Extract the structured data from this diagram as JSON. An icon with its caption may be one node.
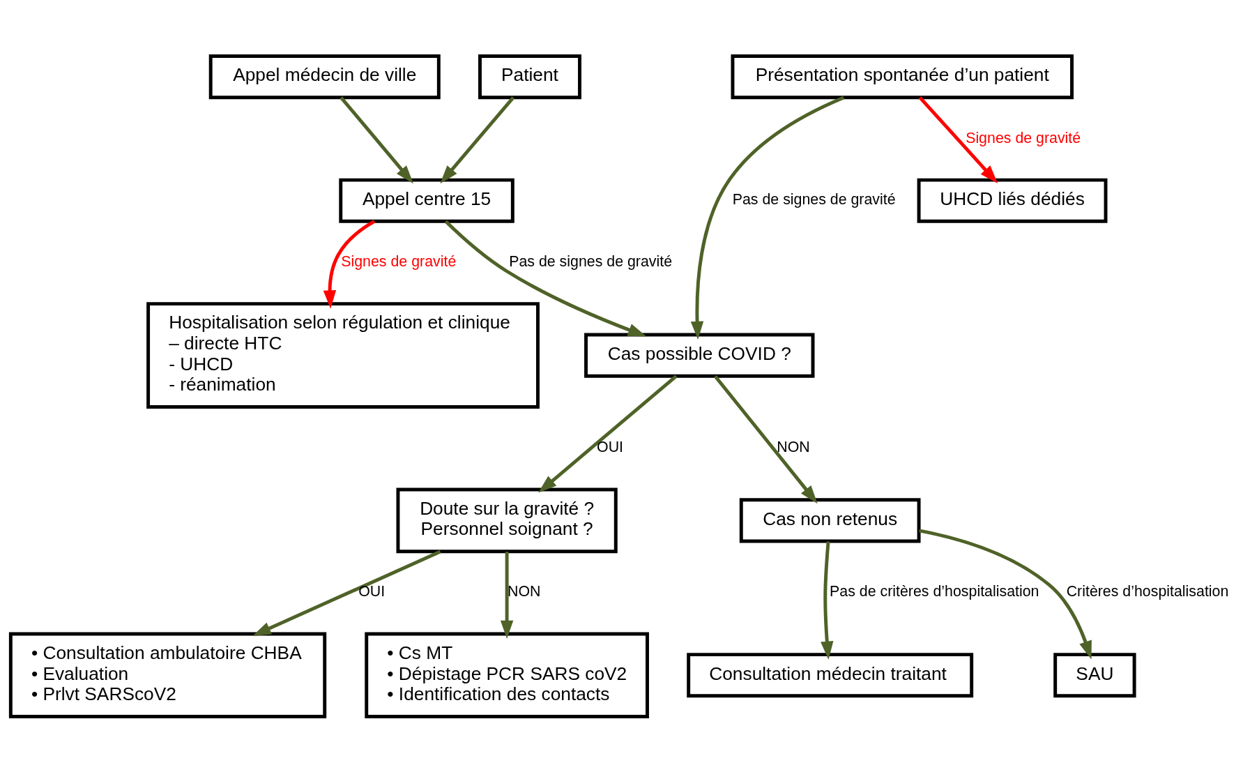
{
  "diagram": {
    "nodes": [
      {
        "text": [
          "Appel médecin de ville"
        ]
      },
      {
        "text": [
          "Patient"
        ]
      },
      {
        "text": [
          "Présentation spontanée d’un patient"
        ]
      },
      {
        "text": [
          "Appel centre 15"
        ]
      },
      {
        "text": [
          "Hospitalisation selon régulation et clinique",
          "– directe HTC",
          "- UHCD",
          "- réanimation"
        ]
      },
      {
        "text": [
          "Cas possible COVID ?"
        ]
      },
      {
        "text": [
          "UHCD liés dédiés"
        ]
      },
      {
        "text": [
          "Doute sur la gravité ?",
          "Personnel soignant ?"
        ]
      },
      {
        "text": [
          "Cas non retenus"
        ]
      },
      {
        "text": [
          "• Consultation ambulatoire CHBA",
          "• Evaluation",
          "• Prlvt SARScoV2"
        ]
      },
      {
        "text": [
          "• Cs MT",
          "• Dépistage PCR SARS coV2",
          "• Identification des contacts"
        ]
      },
      {
        "text": [
          "Consultation médecin traitant"
        ]
      },
      {
        "text": [
          "SAU"
        ]
      }
    ],
    "edges": [
      {
        "from": 0,
        "to": 3,
        "arrow": "to"
      },
      {
        "from": 1,
        "to": 3,
        "arrow": "to"
      },
      {
        "from": 3,
        "to": 4,
        "arrow": "to",
        "label": "Signes de gravité",
        "color": "#ff0000"
      },
      {
        "from": 3,
        "to": 5,
        "arrow": "to",
        "label": "Pas de signes de gravité"
      },
      {
        "from": 2,
        "to": 5,
        "arrow": "to",
        "label": "Pas de signes de gravité"
      },
      {
        "from": 2,
        "to": 6,
        "arrow": "to",
        "label": "Signes de gravité",
        "color": "#ff0000"
      },
      {
        "from": 5,
        "to": 7,
        "arrow": "to",
        "label": "OUI"
      },
      {
        "from": 5,
        "to": 8,
        "arrow": "to",
        "label": "NON"
      },
      {
        "from": 7,
        "to": 9,
        "arrow": "to",
        "label": "OUI"
      },
      {
        "from": 7,
        "to": 10,
        "arrow": "to",
        "label": "NON"
      },
      {
        "from": 8,
        "to": 11,
        "arrow": "to",
        "label": "Pas de critères d’hospitalisation"
      },
      {
        "from": 8,
        "to": 12,
        "arrow": "to",
        "label": "Critères d’hospitalisation"
      }
    ]
  }
}
